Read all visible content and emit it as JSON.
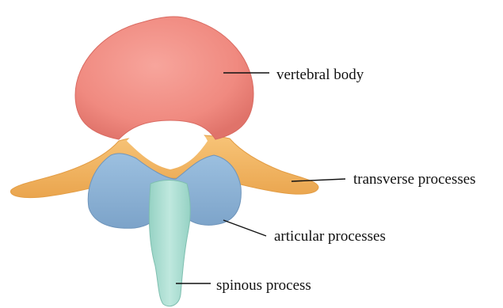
{
  "labels": {
    "vertebral_body": "vertebral body",
    "transverse_processes": "transverse processes",
    "articular_processes": "articular processes",
    "spinous_process": "spinous process"
  },
  "colors": {
    "vertebral_body": "#f08a80",
    "transverse_processes": "#f4b860",
    "articular_processes": "#8fb3d6",
    "spinous_process": "#a8dcd0",
    "leader_lines": "#111111"
  }
}
